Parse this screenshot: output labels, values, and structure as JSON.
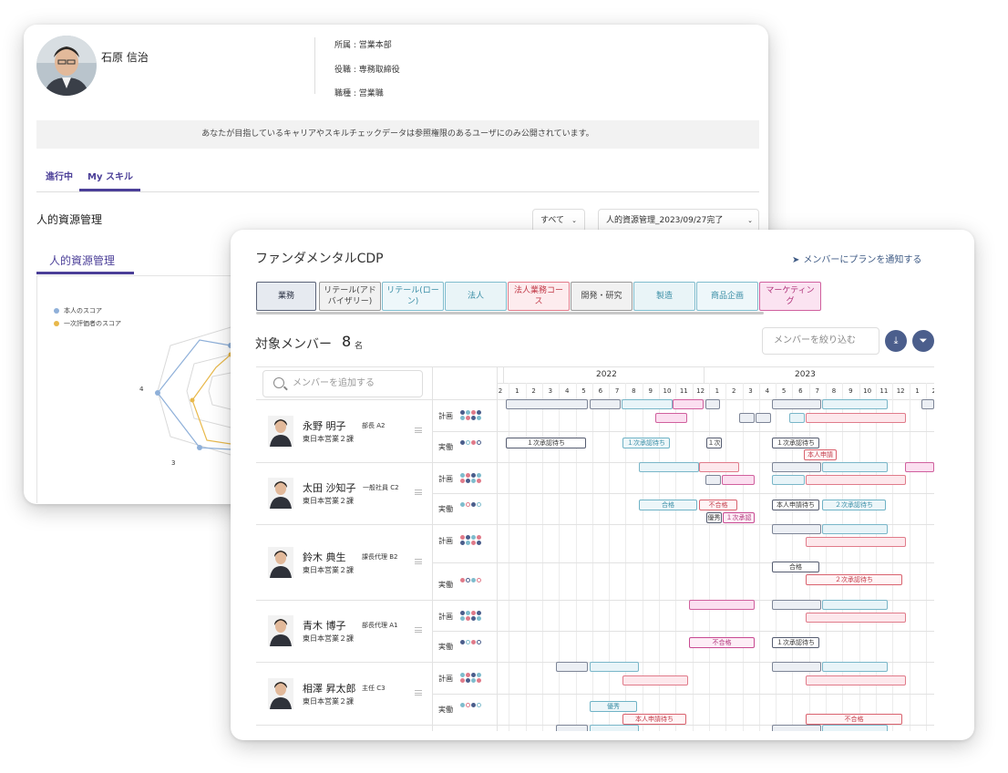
{
  "profile": {
    "name": "石原 信治",
    "affiliation": "所属 : 営業本部",
    "position": "役職 : 専務取締役",
    "job_type": "職種 : 営業職",
    "notice": "あなたが目指しているキャリアやスキルチェックデータは参照権限のあるユーザにのみ公開されています。",
    "tabs": [
      "進行中",
      "My スキル"
    ],
    "section_title": "人的資源管理",
    "filter_all": "すべて",
    "filter_report": "人的資源管理_2023/09/27完了",
    "subtab": "人的資源管理",
    "legend": [
      "本人のスコア",
      "一次評価者のスコア"
    ],
    "axis_labels": [
      "4",
      "3"
    ],
    "colors": {
      "self_score": "#8fb0d9",
      "first_evaluator": "#e8b84a",
      "accent": "#4b3f98"
    }
  },
  "cdp": {
    "title": "ファンダメンタルCDP",
    "notify_label": "メンバーにプランを通知する",
    "categories": [
      "業務",
      "リテール(アドバイザリー)",
      "リテール(ローン)",
      "法人",
      "法人業務コース",
      "開発・研究",
      "製造",
      "商品企画",
      "マーケティング"
    ],
    "target_label": "対象メンバー",
    "target_count": "8",
    "target_unit": "名",
    "filter_placeholder": "メンバーを絞り込む",
    "add_member_placeholder": "メンバーを追加する",
    "years": [
      "2022",
      "2023"
    ],
    "months": [
      "2",
      "1",
      "2",
      "3",
      "4",
      "5",
      "6",
      "7",
      "8",
      "9",
      "10",
      "11",
      "12",
      "1",
      "2",
      "3",
      "4",
      "5",
      "6",
      "7",
      "8",
      "9",
      "10",
      "11",
      "12",
      "1",
      "2"
    ],
    "row_kinds": {
      "plan": "計画",
      "actual": "実働"
    },
    "members": [
      {
        "name": "永野 明子",
        "role": "部長 A2",
        "dept": "東日本営業２課"
      },
      {
        "name": "太田 沙知子",
        "role": "一般社員 C2",
        "dept": "東日本営業２課"
      },
      {
        "name": "鈴木 典生",
        "role": "課長代理 B2",
        "dept": "東日本営業２課"
      },
      {
        "name": "青木 博子",
        "role": "部長代理 A1",
        "dept": "東日本営業２課"
      },
      {
        "name": "相澤 昇太郎",
        "role": "主任 C3",
        "dept": "東日本営業２課"
      }
    ],
    "status_labels": {
      "m1_a": "１次承認待ち",
      "m1_b": "１次承認待ち",
      "m1_c": "１次",
      "m1_d": "１次承認待ち",
      "m1_e": "本人申請",
      "m2_a": "合格",
      "m2_b": "不合格",
      "m2_c": "本人申請待ち",
      "m2_d": "２次承認待ち",
      "m2_e": "優秀",
      "m2_f": "１次承認",
      "m3_a": "合格",
      "m3_b": "２次承認待ち",
      "m4_a": "不合格",
      "m4_b": "１次承認待ち",
      "m5_a": "優秀",
      "m5_b": "本人申請待ち",
      "m5_c": "不合格"
    }
  }
}
